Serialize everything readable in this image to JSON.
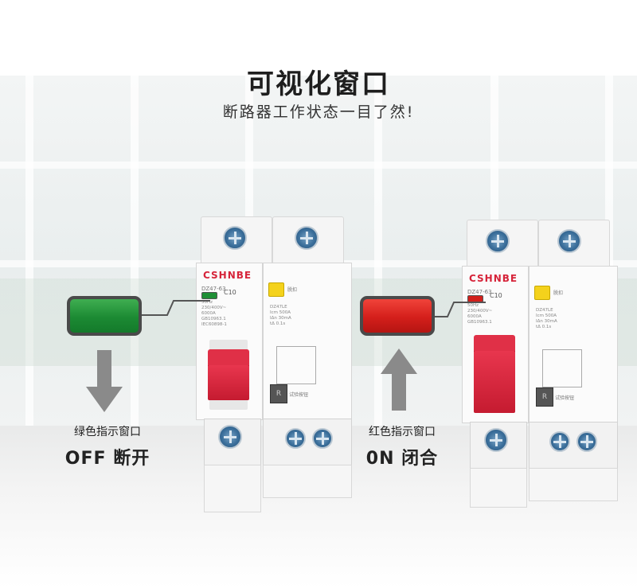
{
  "header": {
    "title": "可视化窗口",
    "subtitle": "断路器工作状态一目了然!"
  },
  "left_breaker": {
    "brand": "CSHNBE",
    "model": "DZ47-63",
    "rating": "C10",
    "spec_lines": [
      "50Hz",
      "230/400V~",
      "6000A",
      "GB10963.1",
      "IEC60898-1"
    ],
    "right_note": "脱扣",
    "right_spec": [
      "DZ47LE",
      "Icm 500A",
      "IΔn 30mA",
      "tΔ 0.1s"
    ],
    "test_label": "R",
    "test_note": "试验按钮",
    "indicator_color": "#1f8f36"
  },
  "right_breaker": {
    "brand": "CSHNBE",
    "model": "DZ47-63",
    "rating": "C10",
    "spec_lines": [
      "50Hz",
      "230/400V~",
      "6000A",
      "GB10963.1"
    ],
    "right_note": "脱扣",
    "right_spec": [
      "DZ47LE",
      "Icm 500A",
      "IΔn 30mA",
      "tΔ 0.1s"
    ],
    "test_label": "R",
    "test_note": "试验按钮",
    "indicator_color": "#d21f1b"
  },
  "left_caption": {
    "small": "绿色指示窗口",
    "big": "OFF 断开"
  },
  "right_caption": {
    "small": "红色指示窗口",
    "big": "0N 闭合"
  },
  "colors": {
    "green_window": "#1f8f36",
    "red_window": "#d21f1b",
    "toggle_red": "#d6243a",
    "brand_red": "#d6243a",
    "arrow_gray": "#8a8a8a"
  }
}
